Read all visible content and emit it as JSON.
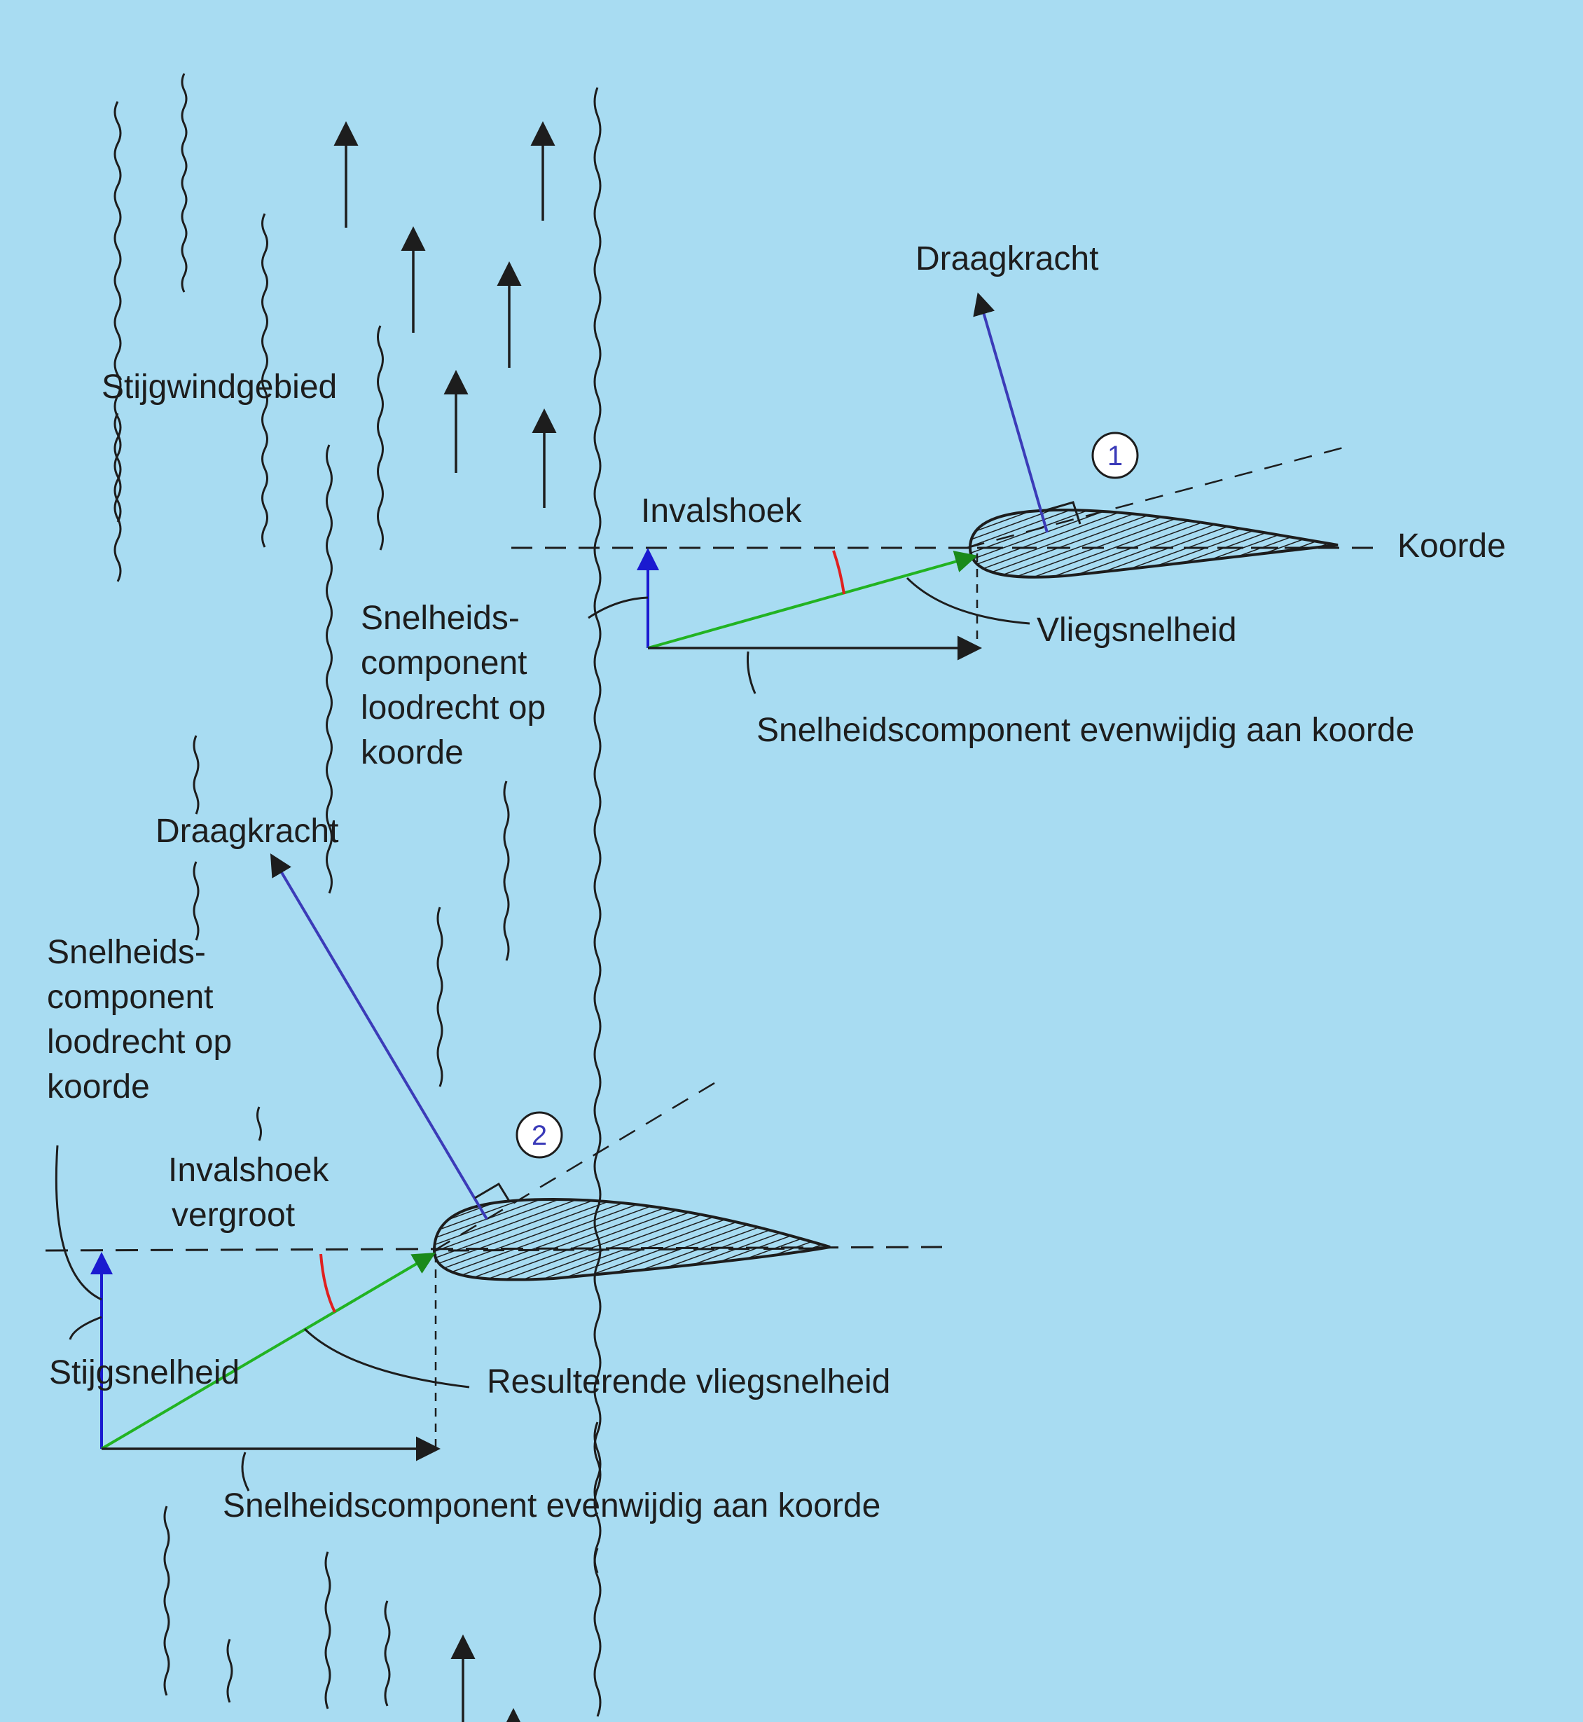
{
  "colors": {
    "background": "#a8dcf2",
    "lift": "#3b3bb8",
    "resultant": "#22b322",
    "updraft": "#1a1ad0",
    "angle_arc": "#e02020",
    "ink": "#1d1d1d"
  },
  "labels": {
    "updraft_area": "Stijgwindgebied",
    "lift_1": "Draagkracht",
    "angle_1": "Invalshoek",
    "chord": "Koorde",
    "flight_speed": "Vliegsnelheid",
    "perp_component_1": [
      "Snelheids-",
      "component",
      "loodrecht op",
      "koorde"
    ],
    "parallel_component_1": "Snelheidscomponent evenwijdig aan koorde",
    "lift_2": "Draagkracht",
    "perp_component_2": [
      "Snelheids-",
      "component",
      "loodrecht op",
      "koorde"
    ],
    "angle_2": [
      "Invalshoek",
      "vergroot"
    ],
    "climb_speed": "Stijgsnelheid",
    "resultant_speed": "Resulterende vliegsnelheid",
    "parallel_component_2": "Snelheidscomponent evenwijdig aan koorde",
    "marker_1": "1",
    "marker_2": "2"
  }
}
